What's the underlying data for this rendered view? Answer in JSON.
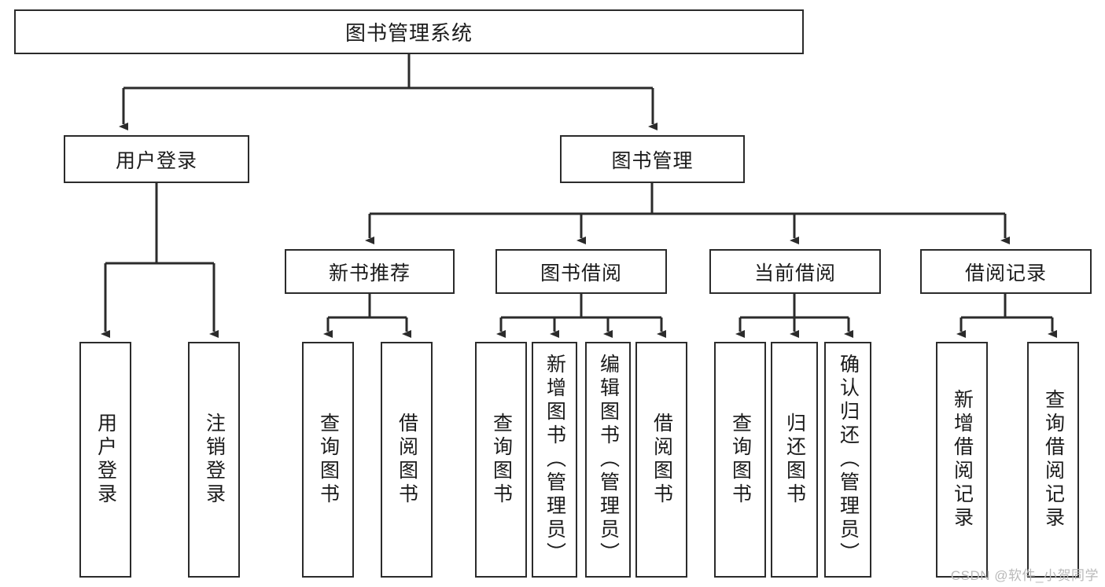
{
  "diagram": {
    "title": "图书管理系统",
    "type": "tree",
    "orientation": "top-down",
    "colors": {
      "node_border": "#2b2b2b",
      "node_fill": "#ffffff",
      "edge": "#2b2b2b",
      "text": "#1b1b1b",
      "watermark": "#b9b9b9"
    },
    "root": {
      "label": "图书管理系统"
    },
    "level2": [
      {
        "label": "用户登录"
      },
      {
        "label": "图书管理"
      }
    ],
    "level3": [
      {
        "label": "新书推荐"
      },
      {
        "label": "图书借阅"
      },
      {
        "label": "当前借阅"
      },
      {
        "label": "借阅记录"
      }
    ],
    "leaves": {
      "user_login": [
        {
          "label": "用户登录"
        },
        {
          "label": "注销登录"
        }
      ],
      "new_book": [
        {
          "label": "查询图书"
        },
        {
          "label": "借阅图书"
        }
      ],
      "book_borrow": [
        {
          "label": "查询图书"
        },
        {
          "label": "新增图书（管理员）"
        },
        {
          "label": "编辑图书（管理员）"
        },
        {
          "label": "借阅图书"
        }
      ],
      "current_borrow": [
        {
          "label": "查询图书"
        },
        {
          "label": "归还图书"
        },
        {
          "label": "确认归还（管理员）"
        }
      ],
      "borrow_record": [
        {
          "label": "新增借阅记录"
        },
        {
          "label": "查询借阅记录"
        }
      ]
    }
  },
  "watermark": {
    "text": "CSDN @软件_小贺同学"
  }
}
